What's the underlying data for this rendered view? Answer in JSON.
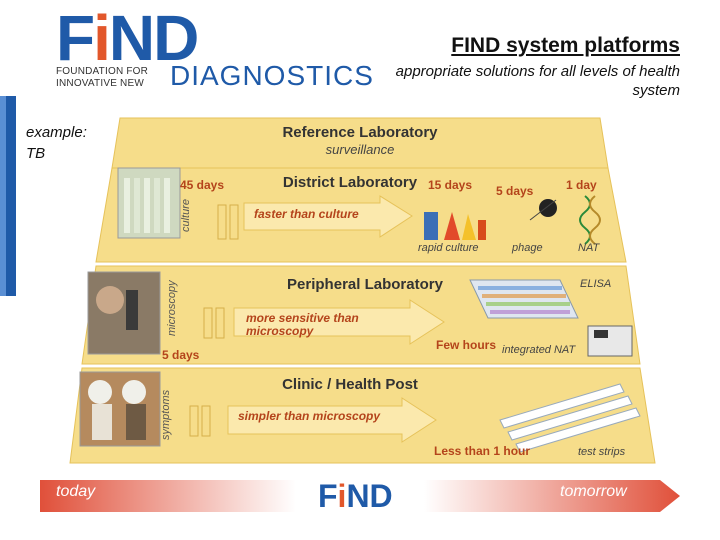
{
  "logo": {
    "wordmark_find": "F",
    "wordmark_i": "i",
    "wordmark_nd": "ND",
    "line1": "FOUNDATION FOR",
    "line2": "INNOVATIVE NEW",
    "big": "DIAGNOSTICS"
  },
  "header": {
    "title": "FIND system platforms",
    "subtitle": "appropriate solutions for all levels of health system"
  },
  "example": {
    "line1": "example:",
    "line2": "TB"
  },
  "tiers": {
    "reference": {
      "label": "Reference Laboratory",
      "sub": "surveillance"
    },
    "district": {
      "label": "District Laboratory",
      "side": "culture",
      "arrow": "faster than culture",
      "days_left": "45 days",
      "days_15": "15 days",
      "days_5": "5 days",
      "days_1": "1 day",
      "rapid": "rapid culture",
      "phage": "phage",
      "nat": "NAT"
    },
    "peripheral": {
      "label": "Peripheral Laboratory",
      "side": "microscopy",
      "arrow": "more sensitive than microscopy",
      "days_left": "5 days",
      "elisa": "ELISA",
      "few_hours": "Few hours",
      "integrated": "integrated NAT"
    },
    "clinic": {
      "label": "Clinic / Health Post",
      "side": "symptoms",
      "arrow": "simpler than microscopy",
      "less": "Less than 1 hour",
      "strips": "test strips"
    }
  },
  "bottom": {
    "today": "today",
    "tomorrow": "tomorrow",
    "logo_f": "F",
    "logo_i": "i",
    "logo_nd": "ND"
  },
  "colors": {
    "brand_blue": "#1f5aa8",
    "brand_orange": "#e2572b",
    "tier_yellow": "#f6dd8a",
    "arrow_red": "#b4441b",
    "bar_red": "#e0503a"
  }
}
